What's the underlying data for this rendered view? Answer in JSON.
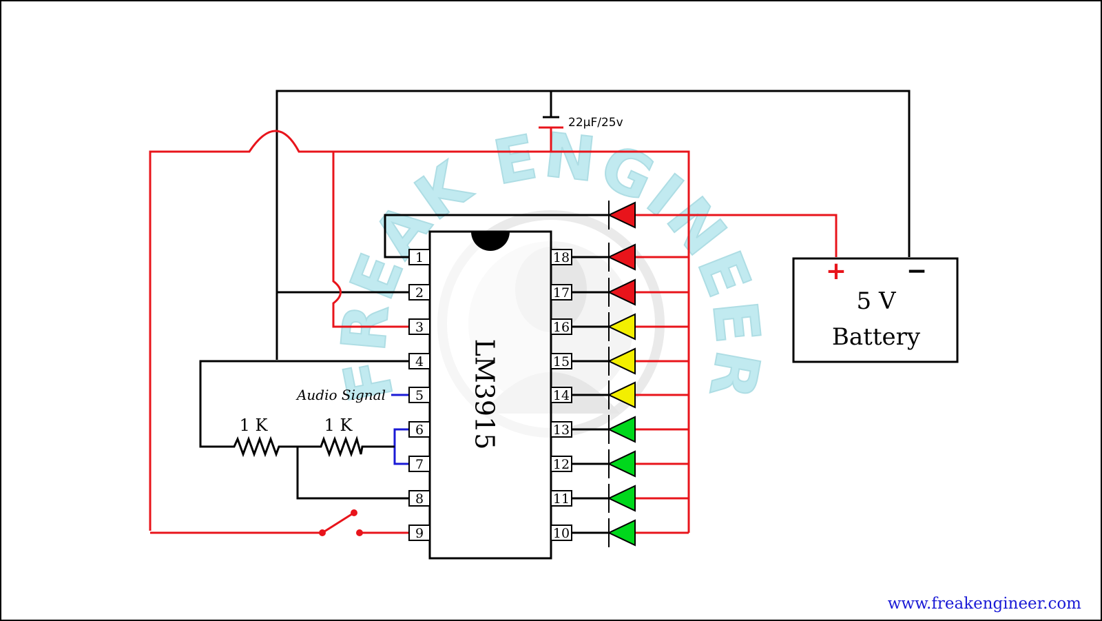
{
  "ic": {
    "name": "LM3915",
    "left_pins": [
      "1",
      "2",
      "3",
      "4",
      "5",
      "6",
      "7",
      "8",
      "9"
    ],
    "right_pins": [
      "18",
      "17",
      "16",
      "15",
      "14",
      "13",
      "12",
      "11",
      "10"
    ]
  },
  "capacitor": {
    "label": "22µF/25v"
  },
  "resistors": [
    {
      "label": "1 K"
    },
    {
      "label": "1 K"
    }
  ],
  "battery": {
    "plus": "+",
    "minus": "−",
    "line1": "5 V",
    "line2": "Battery"
  },
  "audio_label": "Audio Signal",
  "watermark": "FREAK ENGINEER",
  "website": "www.freakengineer.com",
  "colors": {
    "wire": "#000000",
    "supply": "#e8141b",
    "signal": "#1a1ad6",
    "led_red": "#e8141b",
    "led_yellow": "#f3ef00",
    "led_green": "#00d81c",
    "watermark": "#8fd9e4",
    "website": "#1a1ad6"
  }
}
